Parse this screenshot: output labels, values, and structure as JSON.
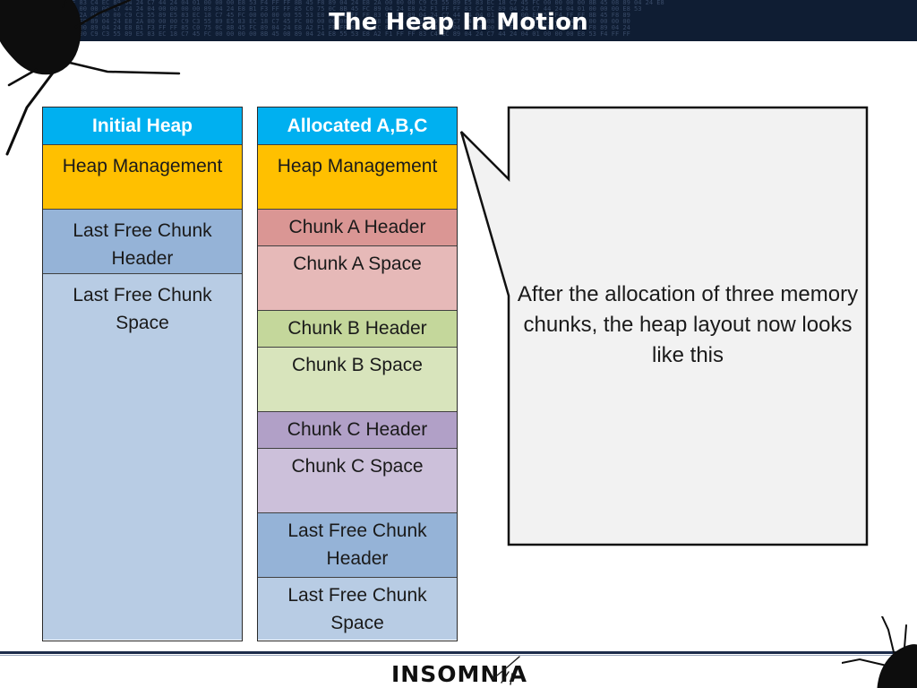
{
  "slide": {
    "title": "The Heap In Motion",
    "footer_logo": "INSOMNIA"
  },
  "initial_heap": {
    "header": "Initial Heap",
    "cells": [
      {
        "label": "Heap Management",
        "color": "#ffc000"
      },
      {
        "label": "Last Free Chunk Header",
        "color": "#95b3d7"
      },
      {
        "label": "Last Free Chunk Space",
        "color": "#b8cce4"
      }
    ]
  },
  "allocated": {
    "header": "Allocated A,B,C",
    "cells": [
      {
        "label": "Heap Management",
        "color": "#ffc000"
      },
      {
        "label": "Chunk A Header",
        "color": "#da9694"
      },
      {
        "label": "Chunk A Space",
        "color": "#e6b9b8"
      },
      {
        "label": "Chunk B Header",
        "color": "#c4d79b"
      },
      {
        "label": "Chunk B Space",
        "color": "#d8e4bc"
      },
      {
        "label": "Chunk C Header",
        "color": "#b1a0c7"
      },
      {
        "label": "Chunk C Space",
        "color": "#ccc0da"
      },
      {
        "label": "Last Free Chunk Header",
        "color": "#95b3d7"
      },
      {
        "label": "Last Free Chunk Space",
        "color": "#b8cce4"
      }
    ]
  },
  "callout": {
    "text": "After the allocation of three memory chunks, the heap layout now looks like this"
  },
  "colors": {
    "title_bar": "#0f1d33",
    "header": "#00b0f0",
    "callout_fill": "#f2f2f2"
  }
}
